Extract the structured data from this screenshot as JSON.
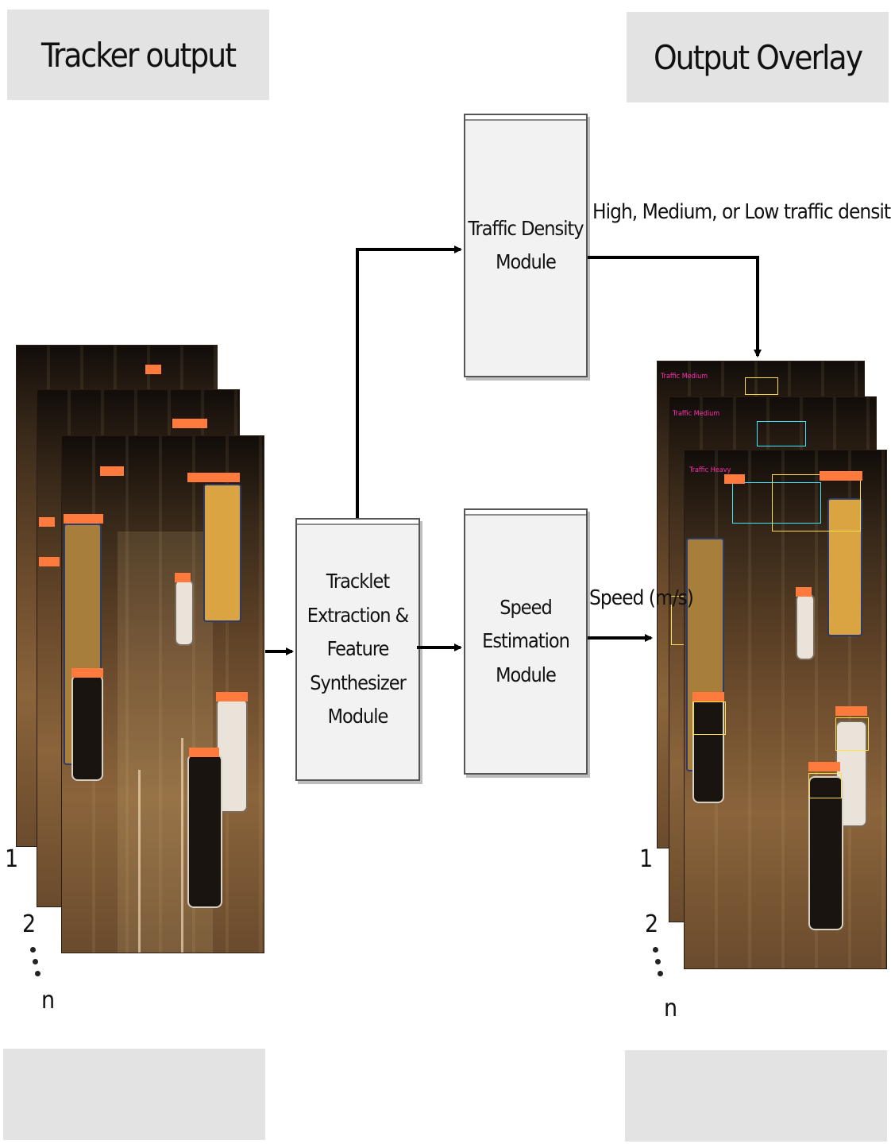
{
  "header": {
    "left_title": "Tracker output",
    "right_title": "Output Overlay"
  },
  "modules": {
    "density_line1": "Traffic Density",
    "density_line2": "Module",
    "tracklet_line1": "Tracklet Extraction &",
    "tracklet_line2": "Feature Synthesizer",
    "tracklet_line3": "Module",
    "speed_line1": "Speed Estimation",
    "speed_line2": "Module"
  },
  "edge_labels": {
    "density_output": "High, Medium, or Low traffic density",
    "speed_output": "Speed (m/s)"
  },
  "frame_stack_left": {
    "index_1": "1",
    "index_2": "2",
    "index_n": "n"
  },
  "frame_stack_right": {
    "index_1": "1",
    "index_2": "2",
    "index_n": "n"
  },
  "overlay_badges": [
    "Traffic Medium",
    "Traffic Medium",
    "Traffic Heavy"
  ],
  "colors": {
    "panel_gray": "#e3e3e3",
    "module_fill": "#f2f2f2",
    "tracker_box": "#ff7a3c",
    "density_text": "#ff2fb0",
    "arrow": "#000000"
  }
}
